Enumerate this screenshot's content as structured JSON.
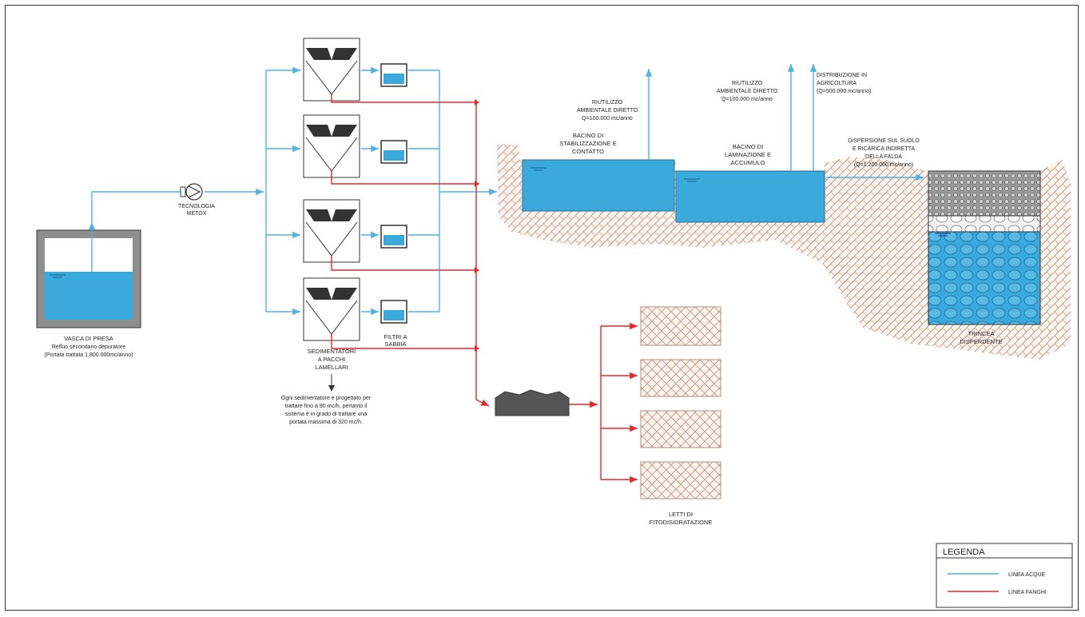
{
  "colors": {
    "water_line": "#4fb3e3",
    "sludge_line": "#e8262b",
    "water_fill": "#3aa9dc",
    "soil_hatch": "#c9a08a",
    "concrete": "#777777",
    "equipment": "#444444"
  },
  "intake": {
    "title": "VASCA DI PRESA",
    "line2": "Refluo secondario depuratore",
    "line3": "(Portata trattata 1.800.000mc/anno)"
  },
  "pump": {
    "line1": "TECNOLOGIA",
    "line2": "METOX"
  },
  "sedimenters": {
    "line1": "SEDIMENTATORI",
    "line2": "A PACCHI",
    "line3": "LAMELLARI"
  },
  "sand_filter": {
    "line1": "FILTRI A",
    "line2": "SABBIA"
  },
  "note": {
    "line1": "Ogni sedimentatore è progettato per",
    "line2": "trattare fino a 80 mc/h, pertanto il",
    "line3": "sistema è in grado di trattare una",
    "line4": "portata massima di 320 mc/h."
  },
  "reuse1": {
    "line1": "RIUTILIZZO",
    "line2": "AMBIENTALE DIRETTO",
    "line3": "Q=100.000 mc/anno"
  },
  "reuse2": {
    "line1": "RIUTILIZZO",
    "line2": "AMBIENTALE DIRETTO",
    "line3": "Q=100.000 mc/anno"
  },
  "agri": {
    "line1": "DISTRIBUZIONE IN",
    "line2": "AGRICOLTURA",
    "line3": "(Q=500.000 mc/anno)"
  },
  "basin1": {
    "line1": "BACINO DI",
    "line2": "STABILIZZAZIONE E",
    "line3": "CONTATTO"
  },
  "basin2": {
    "line1": "BACINO DI",
    "line2": "LAMINAZIONE E",
    "line3": "ACCUMULO"
  },
  "dispersion": {
    "line1": "DISPERSIONE SUL SUOLO",
    "line2": "E RICARICA INDIRETTA",
    "line3": "DELLA FALDA",
    "line4": "(Q=1.200.000 mc/anno)"
  },
  "trench": {
    "line1": "TRINCEA",
    "line2": "DISPERDENTE"
  },
  "beds": {
    "line1": "LETTI DI",
    "line2": "FITODISIDRATAZIONE"
  },
  "legend": {
    "title": "LEGENDA",
    "water": "LINEA ACQUE",
    "sludge": "LINEA FANGHI"
  }
}
